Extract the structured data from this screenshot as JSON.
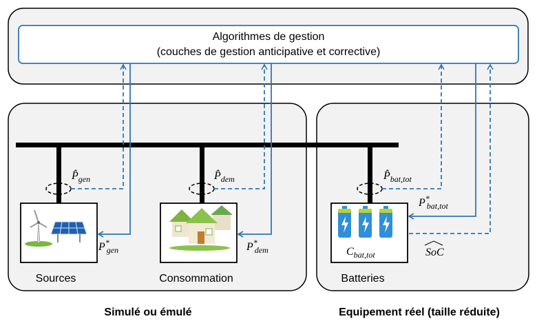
{
  "algo": {
    "line1": "Algorithmes de gestion",
    "line2": "(couches de gestion anticipative et corrective)"
  },
  "labels": {
    "sources": "Sources",
    "consommation": "Consommation",
    "batteries": "Batteries",
    "simule": "Simulé ou émulé",
    "equipement": "Equipement réel (taille réduite)"
  },
  "signals": {
    "p_gen_hat": {
      "base": "P̂",
      "sub": "gen",
      "sup": ""
    },
    "p_gen_star": {
      "base": "P",
      "sub": "gen",
      "sup": "*"
    },
    "p_dem_hat": {
      "base": "P̂",
      "sub": "dem",
      "sup": ""
    },
    "p_dem_star": {
      "base": "P",
      "sub": "dem",
      "sup": "*"
    },
    "p_bat_hat": {
      "base": "P̂",
      "sub": "bat,tot",
      "sup": ""
    },
    "p_bat_star": {
      "base": "P",
      "sub": "bat,tot",
      "sup": "*"
    },
    "c_bat": {
      "base": "C",
      "sub": "bat,tot",
      "sup": ""
    },
    "soc": {
      "base": "SoC",
      "sub": "",
      "sup": ""
    }
  },
  "colors": {
    "flow": "#2e75b6",
    "panel": "#f2f2f2",
    "battery": "#2f8fd8",
    "battery_top": "#b5d334"
  },
  "icons": [
    "wind-turbine-icon",
    "solar-panel-icon",
    "houses-icon",
    "battery-icon"
  ]
}
